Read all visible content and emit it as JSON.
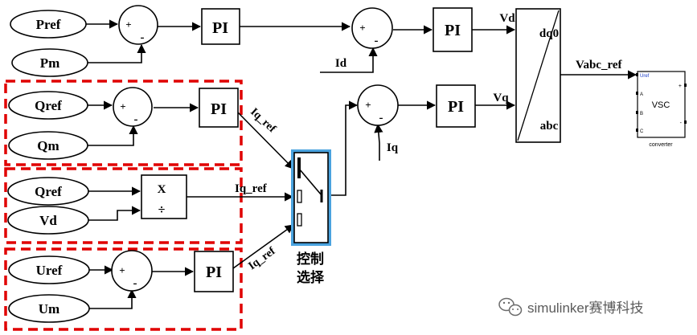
{
  "inputs": {
    "pref": "Pref",
    "pm": "Pm",
    "qref_top": "Qref",
    "qm": "Qm",
    "qref_mid": "Qref",
    "vd_in": "Vd",
    "uref": "Uref",
    "um": "Um"
  },
  "controllers": {
    "pi_p": "PI",
    "pi_d": "PI",
    "pi_q_reactive": "PI",
    "pi_q": "PI",
    "pi_u": "PI"
  },
  "sum_signs": {
    "plus": "+",
    "minus": "-"
  },
  "signals": {
    "id": "Id",
    "iq": "Iq",
    "vd": "Vd",
    "vq": "Vq",
    "iq_ref_1": "Iq_ref",
    "iq_ref_2": "Iq_ref",
    "iq_ref_3": "Iq_ref",
    "vabc_ref": "Vabc_ref"
  },
  "divider": {
    "multiply": "X",
    "divide": "÷"
  },
  "transform": {
    "top": "dq0",
    "bottom": "abc"
  },
  "switch": {
    "label_line1": "控制",
    "label_line2": "选择"
  },
  "vsc": {
    "port_uref": "Uref",
    "port_a": "A",
    "port_b": "B",
    "port_c": "C",
    "port_plus": "+",
    "port_minus": "-",
    "center": "VSC",
    "caption": "converter"
  },
  "watermark": {
    "text": "simulinker赛博科技",
    "icon": "wechat-logo"
  },
  "colors": {
    "dashed_box": "#e00000",
    "switch_highlight": "#4aa3df",
    "vsc_port": "#1a3cc8"
  }
}
